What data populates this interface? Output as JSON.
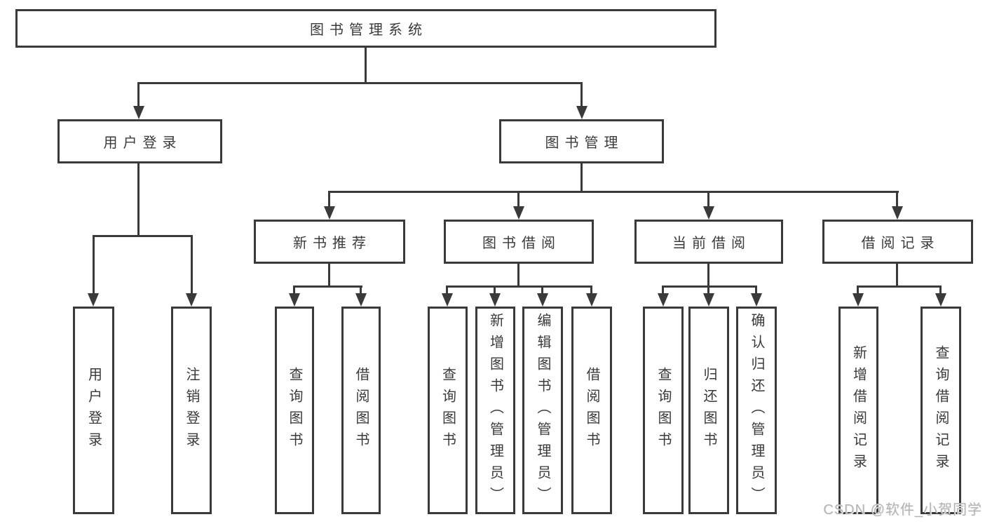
{
  "diagram": {
    "root": "图书管理系统",
    "level2": [
      "用户登录",
      "图书管理"
    ],
    "level3": [
      "新书推荐",
      "图书借阅",
      "当前借阅",
      "借阅记录"
    ],
    "leaves": {
      "user": [
        "用户登录",
        "注销登录"
      ],
      "newbook": [
        "查询图书",
        "借阅图书"
      ],
      "borrow": [
        "查询图书",
        "新增图书（管理员）",
        "编辑图书（管理员）",
        "借阅图书"
      ],
      "current": [
        "查询图书",
        "归还图书",
        "确认归还（管理员）"
      ],
      "records": [
        "新增借阅记录",
        "查询借阅记录"
      ]
    }
  },
  "watermark": "CSDN @软件_小贺同学",
  "colors": {
    "line": "#3a3a3a",
    "text": "#3a3a3a",
    "watermark": "#b3b3b3",
    "background": "#ffffff"
  }
}
